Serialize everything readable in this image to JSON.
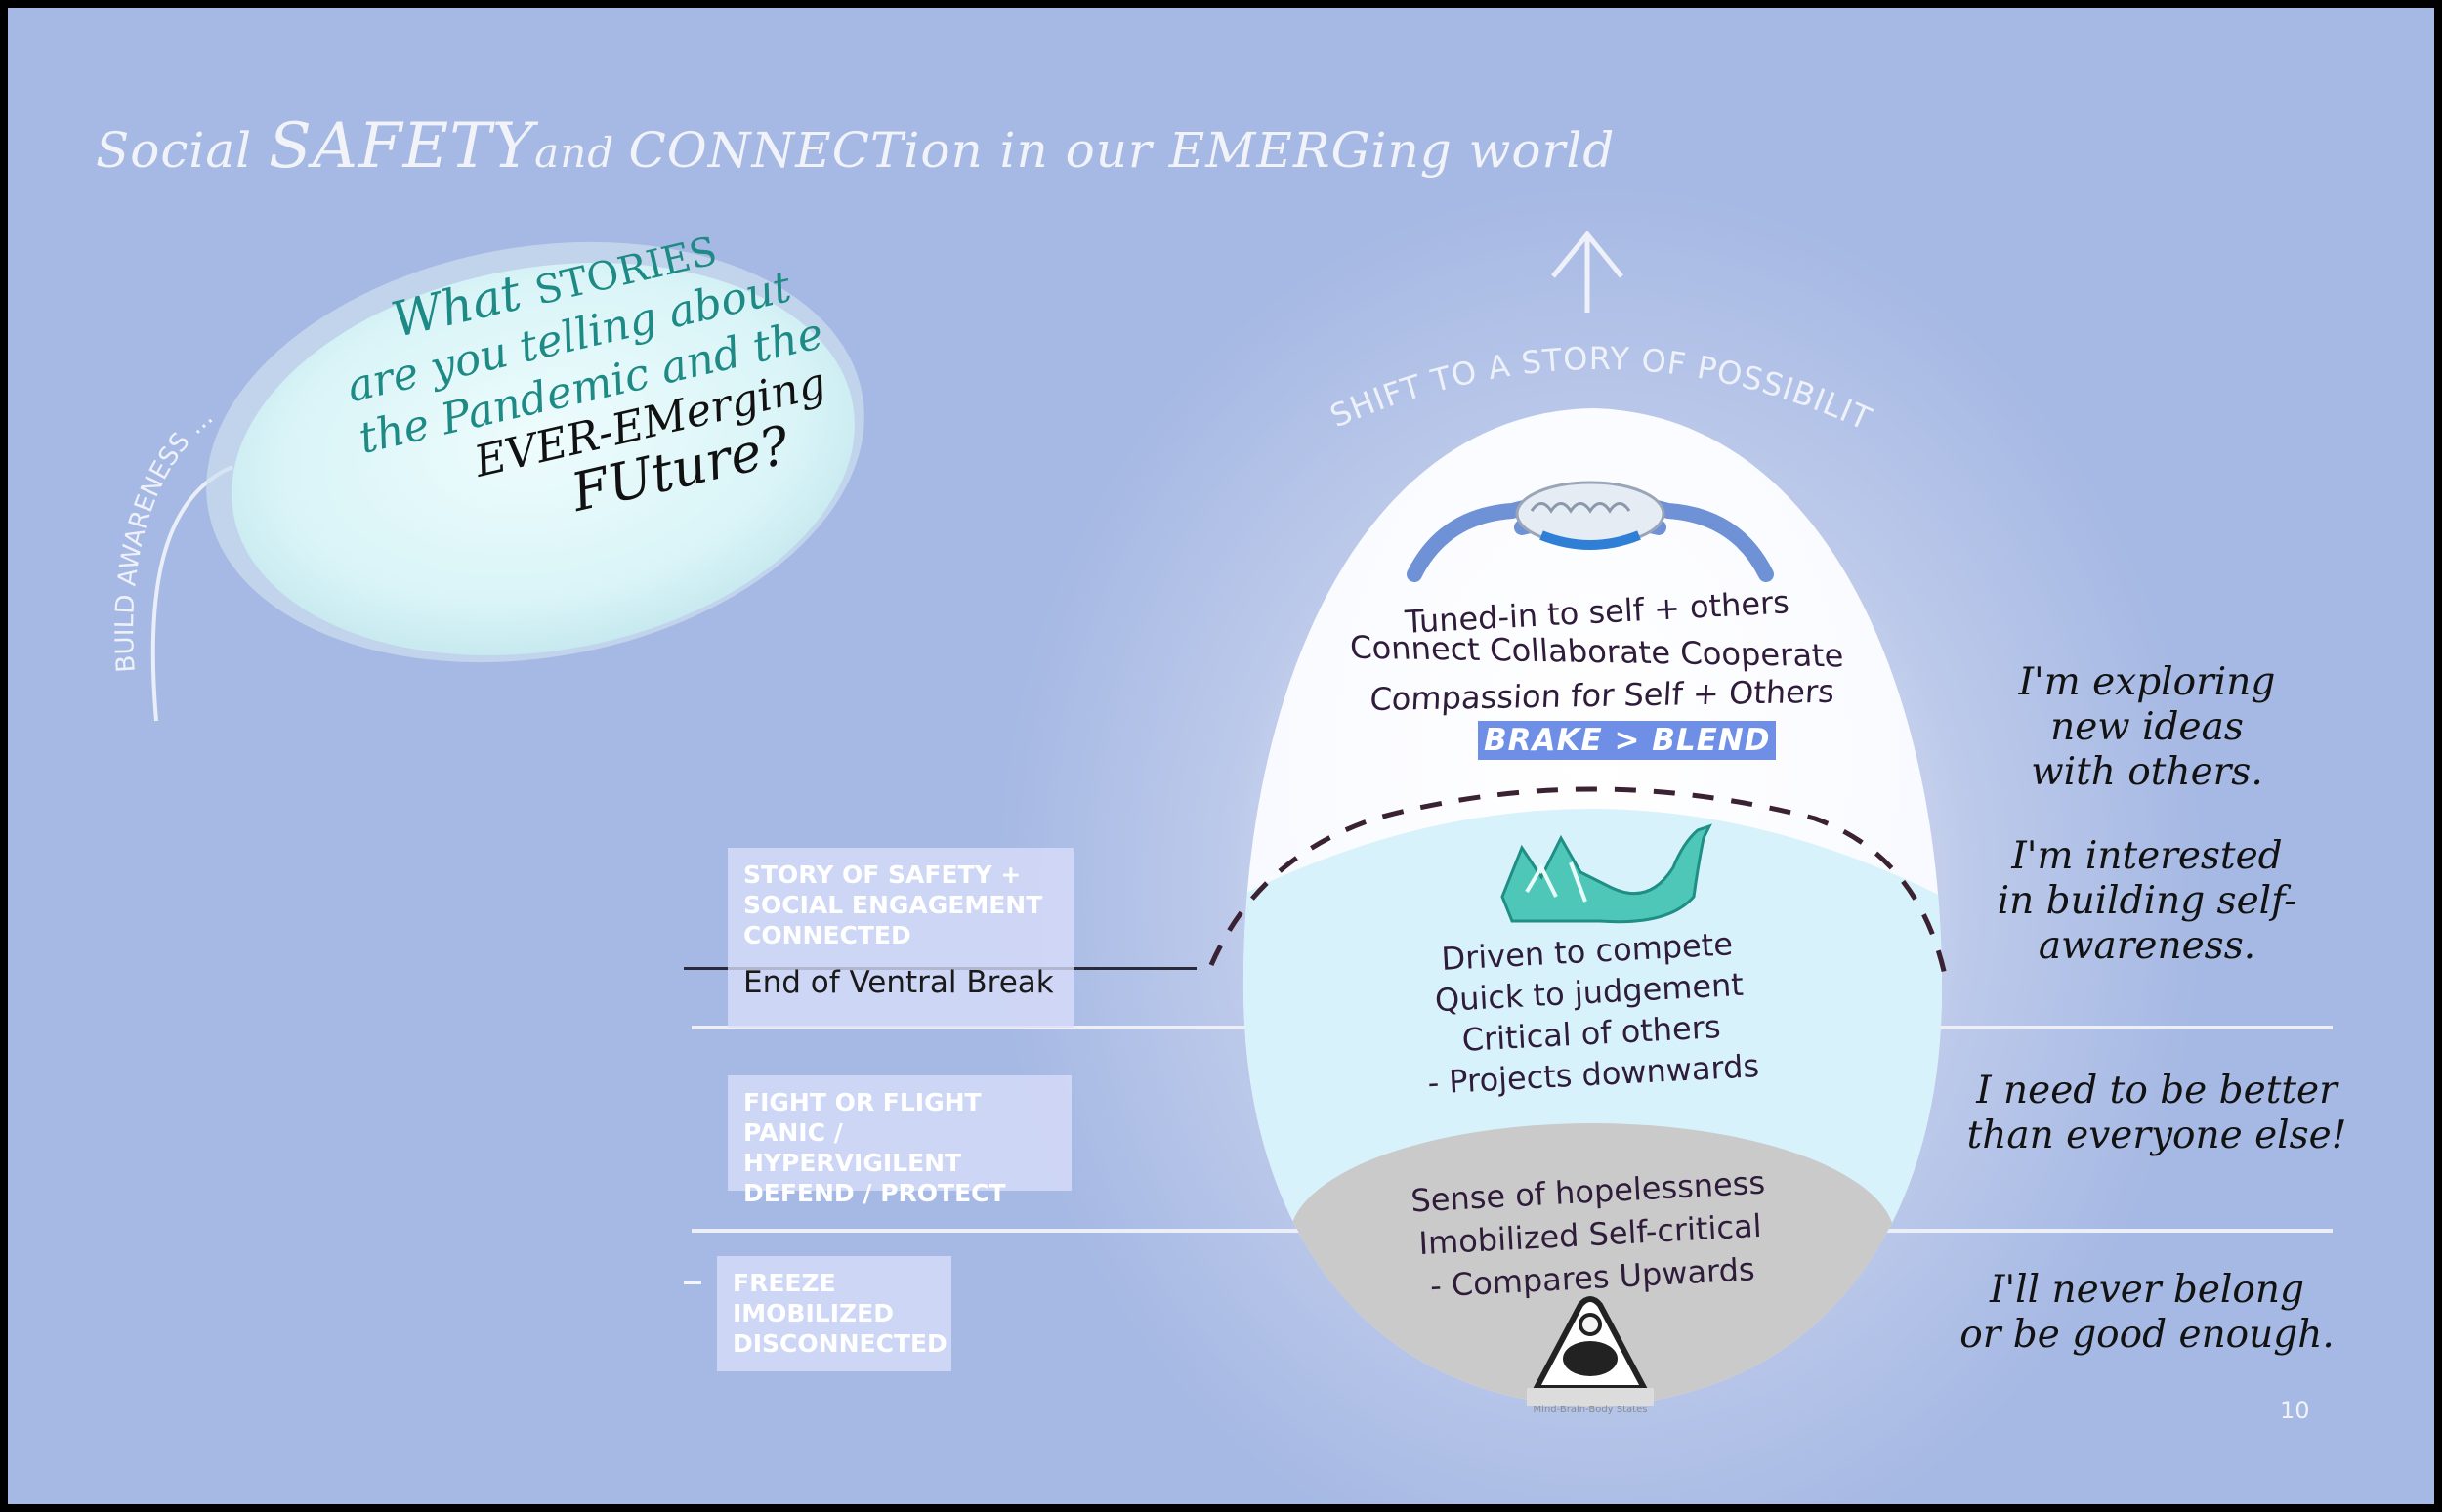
{
  "title": {
    "part1": "Social ",
    "part2": "SAFETY",
    "part3": "and ",
    "part4": "CONNECTion in our EMERGing world"
  },
  "bubble": {
    "awareness": "BUILD AWARENESS ...",
    "line1a": "What ",
    "line1b": "STORIES",
    "line2": "are you telling about",
    "line3": "the Pandemic and the",
    "line4": "EVER-EMerging",
    "line5": "FUture?"
  },
  "arrow_label": "SHIFT TO A STORY OF POSSIBILITIES",
  "egg": {
    "top_lines": [
      "Tuned-in to self + others",
      "Connect  Collaborate  Cooperate",
      "Compassion for  Self + Others"
    ],
    "brake_label": "BRAKE > BLEND",
    "middle_lines": [
      "Driven to compete",
      "Quick to judgement",
      "Critical of others",
      "- Projects downwards"
    ],
    "bottom_lines": [
      "Sense of hopelessness",
      "Imobilized  Self-critical",
      "- Compares Upwards"
    ],
    "logo_caption": "Mind-Brain-Body States"
  },
  "states": [
    {
      "lines": [
        "STORY OF SAFETY +",
        "SOCIAL ENGAGEMENT",
        "CONNECTED"
      ],
      "caption": "End of Ventral Break"
    },
    {
      "lines": [
        "FIGHT OR FLIGHT",
        "PANIC / HYPERVIGILENT",
        "DEFEND / PROTECT"
      ]
    },
    {
      "lines": [
        "FREEZE",
        "IMOBILIZED",
        "DISCONNECTED"
      ]
    }
  ],
  "speech": [
    [
      "I'm exploring",
      "new ideas",
      "with others."
    ],
    [
      "I'm interested",
      "in building self-",
      "awareness."
    ],
    [
      "I need to be better",
      "than everyone else!"
    ],
    [
      "I'll never belong",
      "or be good enough."
    ]
  ],
  "colors": {
    "bubble_teal": "#1e8a86",
    "egg_mid": "#d9f3fb",
    "egg_bottom": "#c9c9c9",
    "brake_bg": "#6f8fe6"
  },
  "page_number": "10"
}
